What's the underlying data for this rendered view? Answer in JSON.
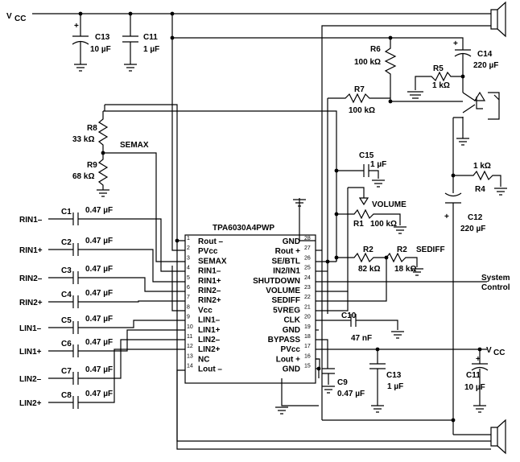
{
  "supply": {
    "vcc_top": "V",
    "vcc_sub": "CC",
    "vcc_bottom": "V",
    "vcc_bottom_sub": "CC"
  },
  "chip": {
    "name": "TPA6030A4PWP",
    "left_pins": [
      {
        "num": "1",
        "label": "Rout –"
      },
      {
        "num": "2",
        "label": "PVcc"
      },
      {
        "num": "3",
        "label": "SEMAX"
      },
      {
        "num": "4",
        "label": "RIN1–"
      },
      {
        "num": "5",
        "label": "RIN1+"
      },
      {
        "num": "6",
        "label": "RIN2–"
      },
      {
        "num": "7",
        "label": "RIN2+"
      },
      {
        "num": "8",
        "label": "Vcc"
      },
      {
        "num": "9",
        "label": "LIN1–"
      },
      {
        "num": "10",
        "label": "LIN1+"
      },
      {
        "num": "11",
        "label": "LIN2–"
      },
      {
        "num": "12",
        "label": "LIN2+"
      },
      {
        "num": "13",
        "label": "NC"
      },
      {
        "num": "14",
        "label": "Lout –"
      }
    ],
    "right_pins": [
      {
        "num": "28",
        "label": "GND"
      },
      {
        "num": "27",
        "label": "Rout +"
      },
      {
        "num": "26",
        "label": "SE/BTL"
      },
      {
        "num": "25",
        "label": "IN2/IN1"
      },
      {
        "num": "24",
        "label": "SHUTDOWN"
      },
      {
        "num": "23",
        "label": "VOLUME"
      },
      {
        "num": "22",
        "label": "SEDIFF"
      },
      {
        "num": "21",
        "label": "5VREG"
      },
      {
        "num": "20",
        "label": "CLK"
      },
      {
        "num": "19",
        "label": "GND"
      },
      {
        "num": "18",
        "label": "BYPASS"
      },
      {
        "num": "17",
        "label": "PVcc"
      },
      {
        "num": "16",
        "label": "Lout +"
      },
      {
        "num": "15",
        "label": "GND"
      }
    ]
  },
  "components": {
    "c13_top": {
      "ref": "C13",
      "val": "10 µF"
    },
    "c11_top": {
      "ref": "C11",
      "val": "1 µF"
    },
    "r6": {
      "ref": "R6",
      "val": "100 kΩ"
    },
    "c14": {
      "ref": "C14",
      "val": "220 µF"
    },
    "r5": {
      "ref": "R5",
      "val": "1 kΩ"
    },
    "r7": {
      "ref": "R7",
      "val": "100 kΩ"
    },
    "r8": {
      "ref": "R8",
      "val": "33 kΩ"
    },
    "semax": "SEMAX",
    "r9": {
      "ref": "R9",
      "val": "68 kΩ"
    },
    "c15": {
      "ref": "C15",
      "val": "1 µF"
    },
    "r4": {
      "ref": "R4",
      "val": "1 kΩ"
    },
    "c12": {
      "ref": "C12",
      "val": "220 µF"
    },
    "volume": "VOLUME",
    "r1": {
      "ref": "R1",
      "val": "100 kΩ"
    },
    "r2a": {
      "ref": "R2",
      "val": "82 kΩ"
    },
    "r2b": {
      "ref": "R2",
      "val": "18 kΩ"
    },
    "sediff": "SEDIFF",
    "system_control": [
      "System",
      "Control"
    ],
    "c10": {
      "ref": "C10",
      "val": "47 nF"
    },
    "c13_bot": {
      "ref": "C13",
      "val": "1 µF"
    },
    "c11_bot": {
      "ref": "C11",
      "val": "10 µF"
    },
    "c9": {
      "ref": "C9",
      "val": "0.47 µF"
    }
  },
  "inputs": [
    {
      "name": "RIN1–",
      "cap": "C1",
      "val": "0.47 µF"
    },
    {
      "name": "RIN1+",
      "cap": "C2",
      "val": "0.47 µF"
    },
    {
      "name": "RIN2–",
      "cap": "C3",
      "val": "0.47 µF"
    },
    {
      "name": "RIN2+",
      "cap": "C4",
      "val": "0.47 µF"
    },
    {
      "name": "LIN1–",
      "cap": "C5",
      "val": "0.47 µF"
    },
    {
      "name": "LIN1+",
      "cap": "C6",
      "val": "0.47 µF"
    },
    {
      "name": "LIN2–",
      "cap": "C7",
      "val": "0.47 µF"
    },
    {
      "name": "LIN2+",
      "cap": "C8",
      "val": "0.47 µF"
    }
  ]
}
